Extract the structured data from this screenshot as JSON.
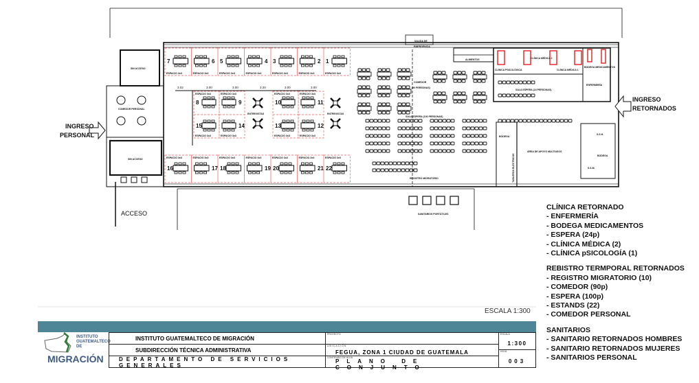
{
  "plan": {
    "labels": {
      "sin_acceso_top": "SIN ACCESO",
      "sin_acceso_bottom": "SIN ACCESO",
      "comedor_personal": "COMEDOR PERSONAL",
      "ingreso_personal_1": "INGRESO",
      "ingreso_personal_2": "PERSONAL",
      "acceso": "ACCESO",
      "entrevistas_1": "ENTREVISTAS",
      "entrevistas_2": "ENTREVISTAS",
      "salida_1": "SALIDA DE",
      "salida_2": "EMERGENCIA",
      "comedor_1": "COMEDOR",
      "comedor_2": "(90 PERSONAS)",
      "sala_espera": "SALA ESPERA (100 PERSONAS)",
      "registro": "REGISTRO MIGRATORIO",
      "alimentos": "ALIMENTOS",
      "clinica_psico": "CLÍNICA PSICOLÓGICA",
      "clinica_medica_2": "CLÍNICA MÉDICA 2",
      "clinica_medica_1": "CLÍNICA MÉDICA 1",
      "bodega_medicamentos": "BODEGA MEDICAMENTOS",
      "enfermeria": "ENFERMERÍA",
      "sala_espera_24": "SALA ESPERA (24 PERSONAS)",
      "ingreso_retornados_1": "INGRESO",
      "ingreso_retornados_2": "RETORNADOS",
      "bodega": "BODEGA",
      "area_apoyo": "ÁREA DE APOYO MULTIUSOS",
      "tableros": "TABLEROS ELÉCTRICOS",
      "ssh_1": "S.S.H.",
      "ssh_2": "S.S.M.",
      "bodega_2": "BODEGA",
      "sanitarios_portatiles": "SANITARIOS PORTÁTILES"
    },
    "stand_label": "ESPACIO 3x3",
    "stands_top": [
      "7",
      "6",
      "5",
      "4",
      "3",
      "2",
      "1"
    ],
    "stands_mid": [
      "8",
      "9",
      "10",
      "11",
      "15",
      "14",
      "13",
      "12"
    ],
    "stands_bottom": [
      "16",
      "17",
      "18",
      "19",
      "20",
      "21",
      "22"
    ],
    "dimensions": [
      "3.02",
      "3.00",
      "3.00",
      "3.20",
      "3.00",
      "3.00"
    ],
    "colors": {
      "stand_outline": "#f08080",
      "clinic": "#e02020",
      "teal": "#4e8597"
    }
  },
  "legend": {
    "sections": [
      {
        "title": "CLÍNICA RETORNADO",
        "items": [
          "- ENFERMERÍA",
          "- BODEGA MEDICAMENTOS",
          "- ESPERA (24p)",
          "- CLÍNICA MÉDICA (2)",
          "- CLÍNICA pSICOLOGÍA (1)"
        ]
      },
      {
        "title": "REBISTRO TERMPORAL RETORNADOS",
        "items": [
          "- REGISTRO MIGRATORIO (10)",
          "- COMEDOR (90p)",
          "- ESPERA (100p)",
          "- ESTANDS (22)",
          "- COMEDOR PERSONAL"
        ]
      },
      {
        "title": "SANITARIOS",
        "items": [
          "- SANITARIO RETORNADOS HOMBRES",
          "- SANITARIO RETORNADOS MUJERES",
          "- SANITARIOS PERSONAL"
        ]
      }
    ]
  },
  "escala": "ESCALA 1:300",
  "title_block": {
    "logo_small": "INSTITUTO GUATEMALTECO DE",
    "logo_word": "MIGRACIÓN",
    "org": "INSTITUTO GUATEMALTECO DE MIGRACIÓN",
    "sub": "SUBDIRECCIÓN TÉCNICA ADMINISTRATIVA",
    "dept": "DEPARTAMENTO DE SERVICIOS GENERALES",
    "proyecto_cap": "PROYECTO",
    "ubicacion_cap": "UBICACIÓN",
    "ubicacion": "FEGUA, ZONA 1 CIUDAD DE GUATEMALA",
    "contenido_cap": "CONTENIDO DE HOJA",
    "contenido": "PLANO DE CONJUNTO",
    "escala_cap": "ESCALA",
    "escala": "1:300",
    "hoja_cap": "HOJA",
    "hoja": "003"
  }
}
